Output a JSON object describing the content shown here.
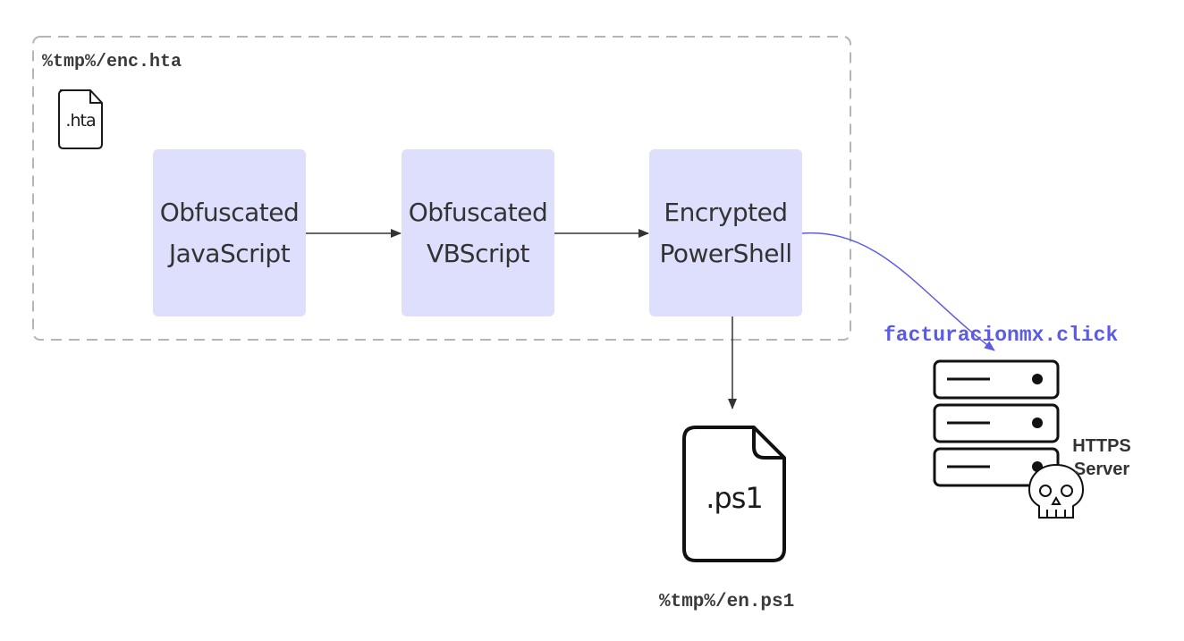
{
  "container": {
    "label": "%tmp%/enc.hta",
    "icon_text": ".hta"
  },
  "nodes": [
    {
      "id": "js",
      "lines": [
        "Obfuscated",
        "JavaScript"
      ]
    },
    {
      "id": "vbs",
      "lines": [
        "Obfuscated",
        "VBScript"
      ]
    },
    {
      "id": "ps",
      "lines": [
        "Encrypted",
        "PowerShell"
      ]
    }
  ],
  "output_file": {
    "icon_text": ".ps1",
    "label": "%tmp%/en.ps1"
  },
  "c2": {
    "domain": "facturacionmx.click",
    "server_label_line1": "HTTPS",
    "server_label_line2": "Server"
  },
  "colors": {
    "node_fill": "#dedffc",
    "c2_link": "#5b5be6",
    "edge": "#333333",
    "dashed_border": "#b5b5b5"
  }
}
